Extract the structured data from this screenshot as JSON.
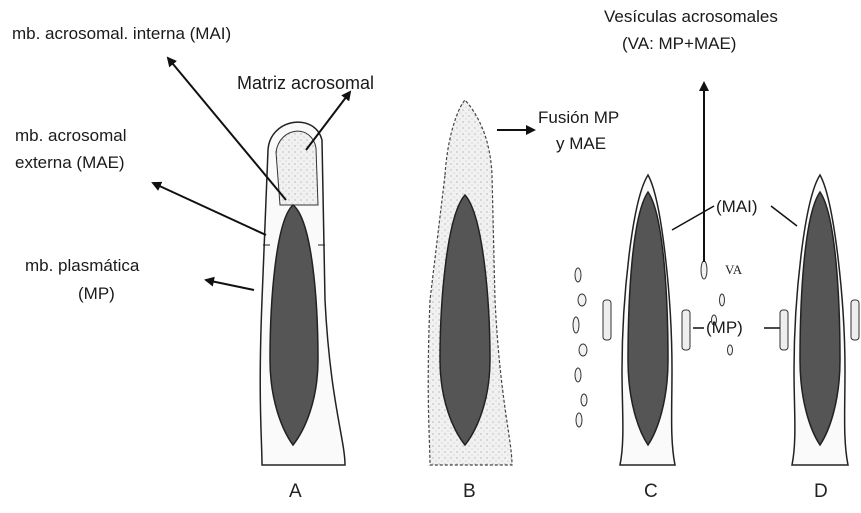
{
  "labels": {
    "mai": "mb. acrosomal. interna (MAI)",
    "matriz": "Matriz acrosomal",
    "mae_line1": "mb. acrosomal",
    "mae_line2": "externa (MAE)",
    "mp_line1": "mb. plasmática",
    "mp_line2": "(MP)",
    "fusion_line1": "Fusión MP",
    "fusion_line2": "y MAE",
    "vesiculas_line1": "Vesículas acrosomales",
    "vesiculas_line2": "(VA: MP+MAE)",
    "mai_short": "(MAI)",
    "mp_short": "(MP)",
    "va": "VA"
  },
  "panels": [
    "A",
    "B",
    "C",
    "D"
  ],
  "colors": {
    "nucleus": "#555555",
    "outline": "#222222",
    "acrosome_fill": "#e6e6e6",
    "arrow": "#111111"
  }
}
